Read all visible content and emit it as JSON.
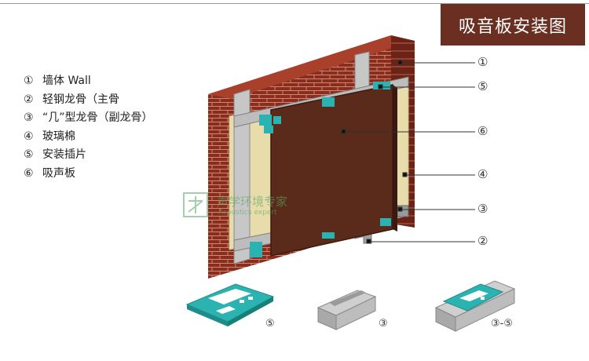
{
  "title": "吸音板安装图",
  "legend": [
    {
      "num": "①",
      "text": "墙体 Wall"
    },
    {
      "num": "②",
      "text": "轻钢龙骨（主骨"
    },
    {
      "num": "③",
      "text": "“几”型龙骨（副龙骨）"
    },
    {
      "num": "④",
      "text": "玻璃棉"
    },
    {
      "num": "⑤",
      "text": "安装插片"
    },
    {
      "num": "⑥",
      "text": "吸声板"
    }
  ],
  "callouts": {
    "c1": "①",
    "c5": "⑤",
    "c6": "⑥",
    "c4": "④",
    "c3": "③",
    "c2": "②"
  },
  "parts": {
    "p5": "⑤",
    "p3": "③",
    "p35": "③-⑤"
  },
  "watermark": {
    "name": "声学环境专家",
    "sub": "Acoustics expert"
  },
  "colors": {
    "title_bg": "#6b2f22",
    "brick": "#8b2c1c",
    "panel": "#5a2a1a",
    "insulation": "#e8dcaa",
    "clip": "#2ab3b0",
    "steel": "#b8b8b8"
  }
}
